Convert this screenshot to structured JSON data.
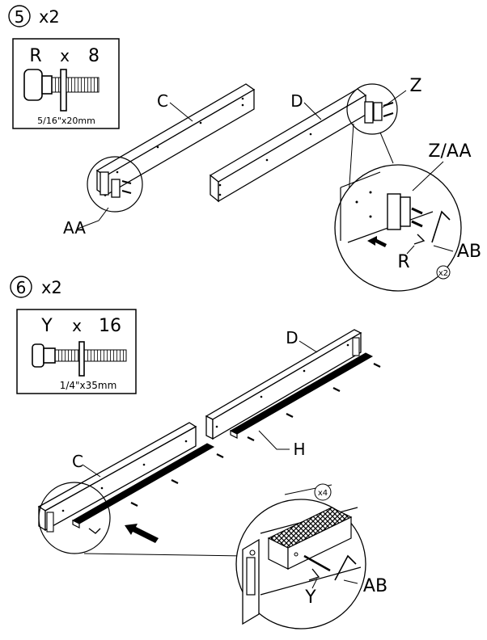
{
  "step5": {
    "number": "5",
    "qty": "x2",
    "hardware": {
      "letter": "R",
      "x": "x",
      "count": "8",
      "size": "5/16\"x20mm"
    },
    "labels": {
      "c": "C",
      "d": "D",
      "z": "Z",
      "zaa": "Z/AA",
      "aa": "AA",
      "r": "R",
      "ab": "AB",
      "x2": "x2"
    }
  },
  "step6": {
    "number": "6",
    "qty": "x2",
    "hardware": {
      "letter": "Y",
      "x": "x",
      "count": "16",
      "size": "1/4\"x35mm"
    },
    "labels": {
      "d": "D",
      "c": "C",
      "h": "H",
      "y": "Y",
      "ab": "AB",
      "x4": "x4"
    }
  }
}
